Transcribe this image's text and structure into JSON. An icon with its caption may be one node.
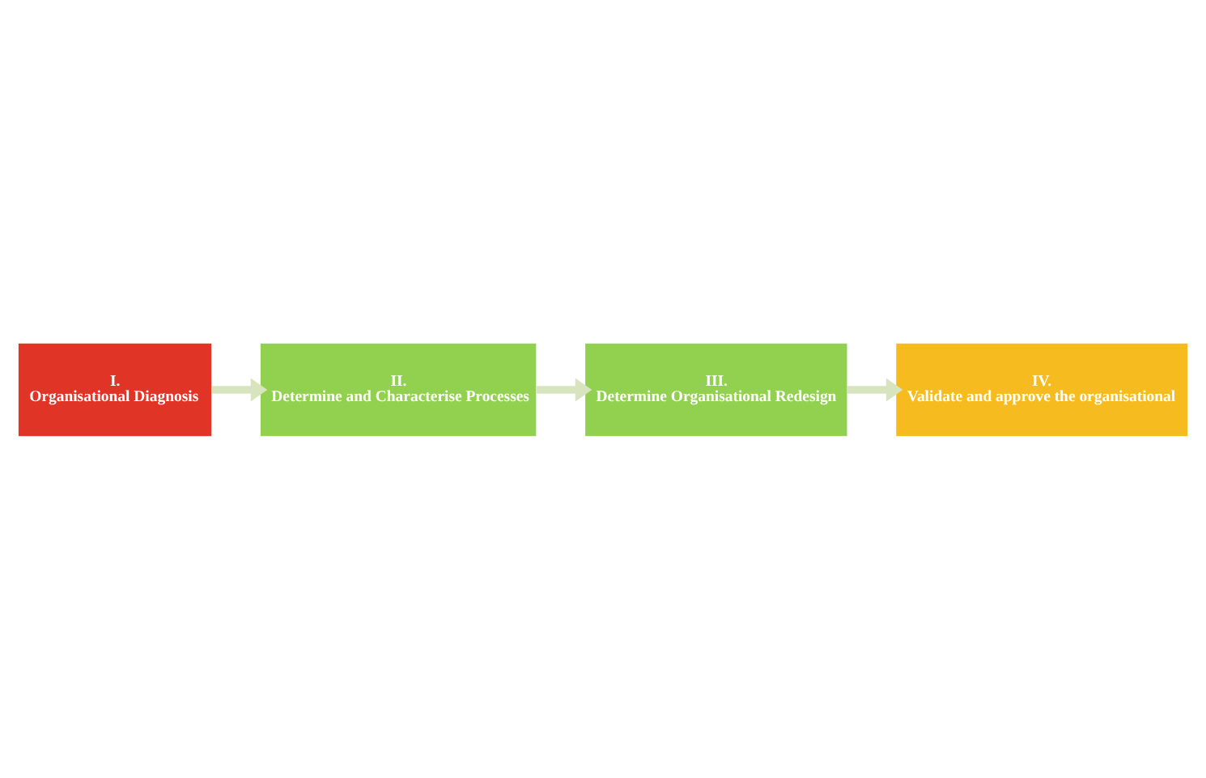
{
  "diagram": {
    "nodes": [
      {
        "text": [
          "I.",
          "Organisational Diagnosis"
        ]
      },
      {
        "text": [
          "II.",
          "Determine and Characterise Processes"
        ]
      },
      {
        "text": [
          "III.",
          "Determine Organisational Redesign"
        ]
      },
      {
        "text": [
          "IV.",
          "Validate and approve the organisational"
        ]
      }
    ],
    "edges": [
      {
        "from": 0,
        "to": 1,
        "arrow": "to"
      },
      {
        "from": 1,
        "to": 2,
        "arrow": "to"
      },
      {
        "from": 2,
        "to": 3,
        "arrow": "to"
      }
    ]
  }
}
